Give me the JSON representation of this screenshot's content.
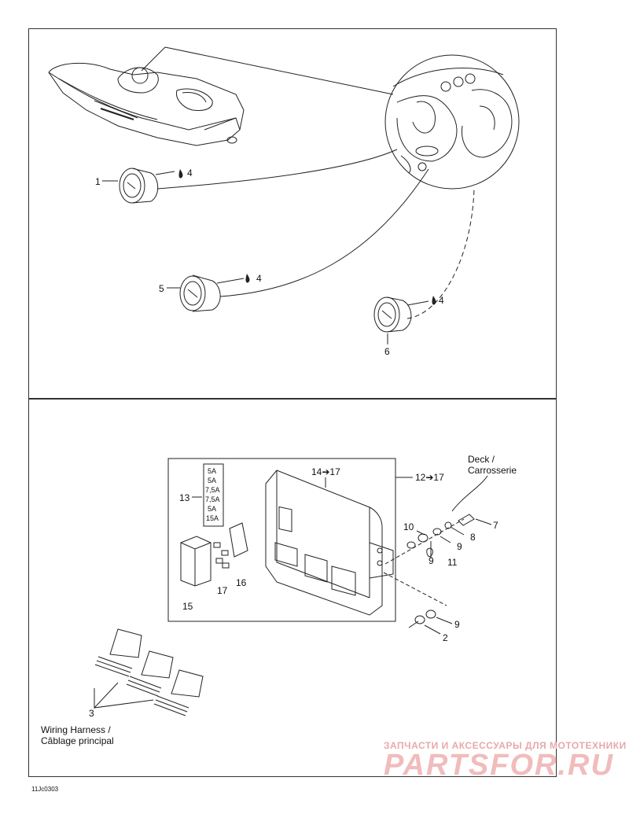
{
  "top_panel": {
    "callouts": {
      "c1": "1",
      "c4a": "4",
      "c5": "5",
      "c4b": "4",
      "c6": "6",
      "c4c": "4"
    }
  },
  "bottom_panel": {
    "callouts": {
      "c14": "14➔17",
      "c12": "12➔17",
      "c13": "13",
      "c15": "15",
      "c16": "16",
      "c17": "17",
      "c7": "7",
      "c8": "8",
      "c9a": "9",
      "c9b": "9",
      "c9c": "9",
      "c10": "10",
      "c11": "11",
      "c2": "2",
      "c3": "3"
    },
    "fuse_ratings": [
      "5A",
      "5A",
      "7,5A",
      "7,5A",
      "5A",
      "15A"
    ],
    "deck_note": {
      "line1": "Deck /",
      "line2": "Carrosserie"
    },
    "harness_note": {
      "line1": "Wiring Harness /",
      "line2": "Câblage principal"
    }
  },
  "watermark": {
    "line1": "ЗАПЧАСТИ И АКСЕССУАРЫ ДЛЯ МОТОТЕХНИКИ",
    "line2": "PARTSFOR.RU"
  },
  "drawing_code": "11Jc0303"
}
